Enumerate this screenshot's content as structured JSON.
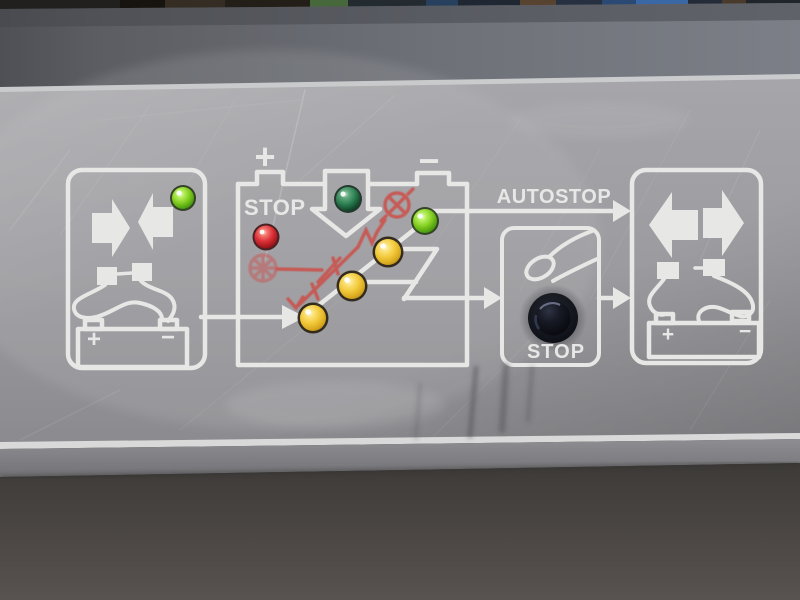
{
  "panel": {
    "left_clamp_pictogram": {
      "icon": "clamps-connect-battery-icon",
      "battery_plus": "+",
      "battery_minus": "−",
      "led": {
        "name": "clamps-connected-led",
        "color_hex": "#84cf21",
        "color": "bright-green"
      }
    },
    "charge_pictogram": {
      "stop_label": "STOP",
      "terminal_plus": "+",
      "terminal_minus": "−",
      "icons": [
        "battery-outline-icon",
        "down-arrow-icon",
        "charge-ramp-icon",
        "red-fan-icon",
        "red-fault-path-icon",
        "red-crossed-circle-icon"
      ],
      "leds": [
        {
          "name": "down-arrow-led",
          "color": "dark-green",
          "color_hex": "#2f8254"
        },
        {
          "name": "stop-fault-led",
          "color": "red",
          "color_hex": "#dd3138"
        },
        {
          "name": "charge-level-led-1",
          "color": "yellow",
          "color_hex": "#f2c93a"
        },
        {
          "name": "charge-level-led-2",
          "color": "yellow",
          "color_hex": "#f2c93a"
        },
        {
          "name": "charge-level-led-3",
          "color": "yellow",
          "color_hex": "#f2c93a"
        },
        {
          "name": "charge-complete-led",
          "color": "bright-green",
          "color_hex": "#84cf21"
        }
      ]
    },
    "autostop": {
      "label": "AUTOSTOP"
    },
    "stop_button": {
      "label": "STOP",
      "type": "black-round-push-button",
      "icon": "press-finger-icon",
      "color_hex": "#0d0f16"
    },
    "right_clamp_pictogram": {
      "icon": "clamps-disconnect-battery-icon",
      "battery_plus": "+",
      "battery_minus": "−"
    },
    "colors": {
      "panel_gray": "#9a9a9d",
      "print_white": "#e7e8e6",
      "overlay_red": "#cf4a43",
      "bright_green": "#84cf21",
      "dark_green": "#2f8254",
      "red": "#dd3138",
      "yellow": "#f2c93a",
      "button_black": "#0d0f16"
    }
  }
}
